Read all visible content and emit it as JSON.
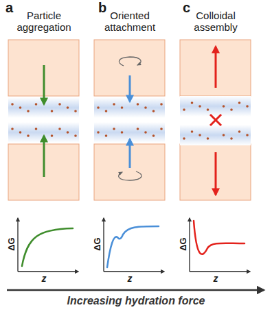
{
  "diagram": {
    "labels": [
      "a",
      "Particle aggregation",
      "b",
      "Oriented attachment",
      "c",
      "Colloidal assembly",
      "ΔG",
      "z",
      "ΔG",
      "z",
      "ΔG",
      "z",
      "Increasing hydration force"
    ]
  }
}
